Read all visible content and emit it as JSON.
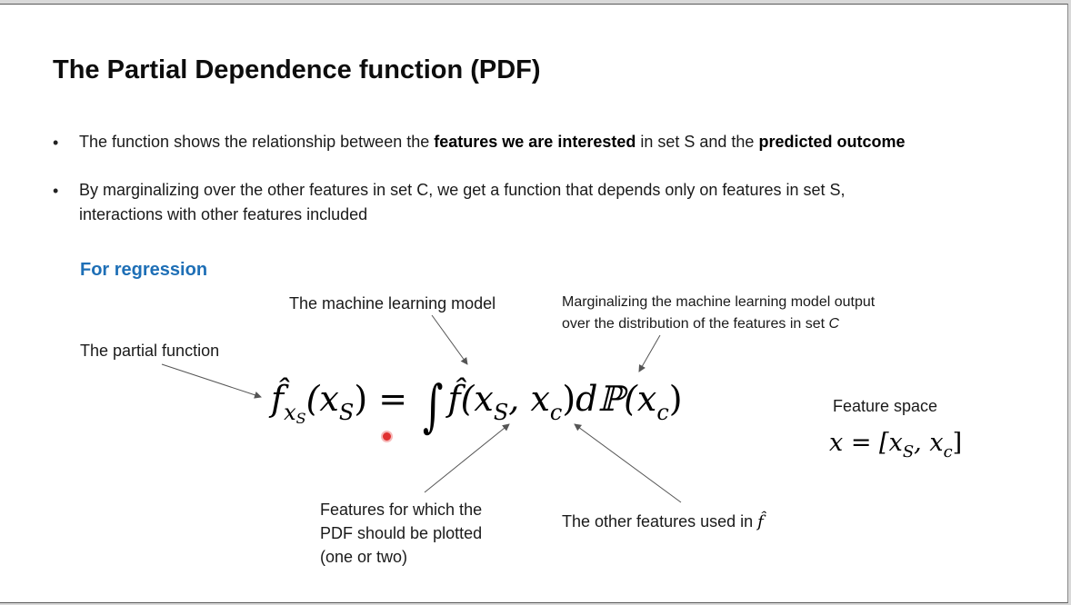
{
  "slide": {
    "title": "The Partial Dependence function (PDF)",
    "bullets": [
      {
        "parts": [
          {
            "text": "The function shows the relationship between the ",
            "bold": false
          },
          {
            "text": "features we are interested",
            "bold": true
          },
          {
            "text": " in set S and the ",
            "bold": false
          },
          {
            "text": "predicted outcome",
            "bold": true
          }
        ]
      },
      {
        "line1": "By marginalizing over the other features in set C, we get a function that depends only on features in set S,",
        "line2": "interactions with other features included"
      }
    ],
    "bullet_symbol": "•",
    "section_heading": "For regression",
    "annotations": {
      "partial_function": "The partial function",
      "ml_model": "The machine learning model",
      "marginalizing_line1": "Marginalizing the machine learning model output",
      "marginalizing_line2_prefix": "over the distribution of the features in set ",
      "marginalizing_set": "C",
      "features_plotted_line1": "Features for which the",
      "features_plotted_line2": "PDF should be plotted",
      "features_plotted_line3": "(one or two)",
      "other_features_prefix": "The other features used in ",
      "other_features_symbol": "f̂",
      "feature_space": "Feature space"
    },
    "equation": {
      "lhs_f": "f̂",
      "lhs_sub_x": "x",
      "lhs_sub_s": "S",
      "lhs_arg": "(x",
      "lhs_arg_sub": "S",
      "lhs_close": ")",
      "equals": "=",
      "integral": "∫",
      "rhs_f": "f̂",
      "rhs_open": "(x",
      "rhs_sub_s": "S",
      "rhs_comma": ", x",
      "rhs_sub_c": "c",
      "rhs_close": ")",
      "measure": "dℙ",
      "measure_arg": "(x",
      "measure_sub": "c",
      "measure_close": ")"
    },
    "feature_formula": {
      "lhs": "x",
      "equals": "=",
      "open": "[x",
      "sub_s": "S",
      "comma": ", x",
      "sub_c": "c",
      "close": "]"
    },
    "colors": {
      "heading": "#0d0d0d",
      "section_heading": "#1e6fb6",
      "arrow": "#555555",
      "cursor": "#e03030"
    }
  }
}
